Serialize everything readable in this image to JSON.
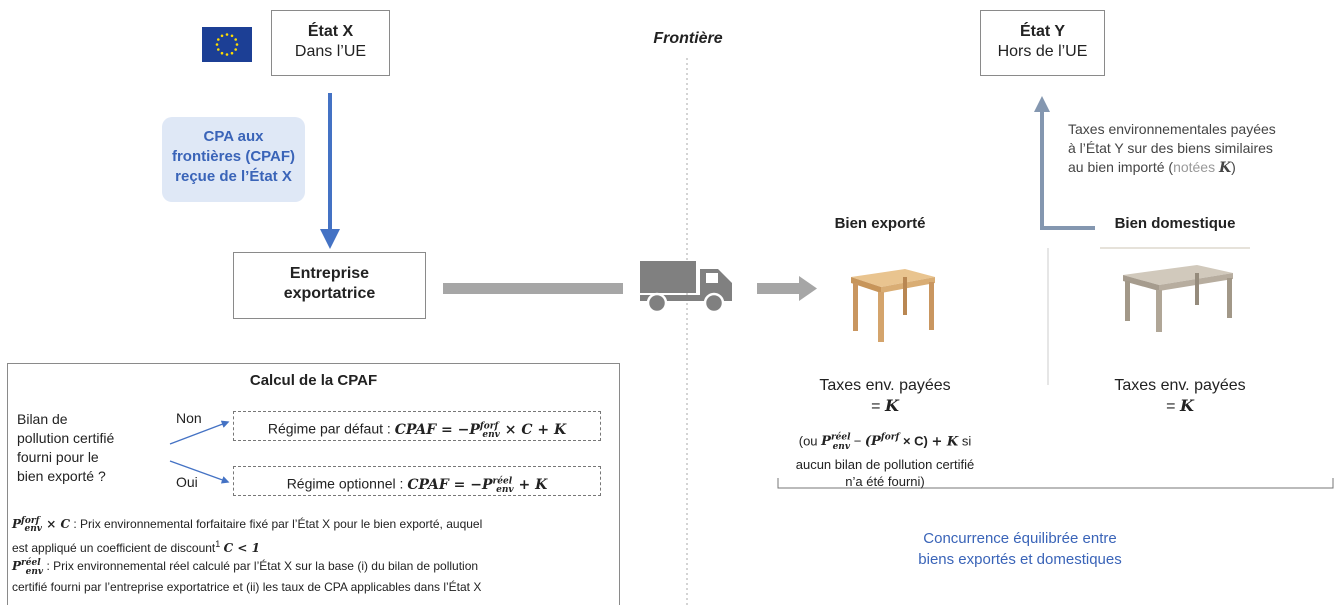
{
  "colors": {
    "blue_arrow": "#4472c4",
    "light_blue_bg": "#dfe8f6",
    "blue_text": "#3a64b8",
    "grey_bar": "#a6a6a6",
    "border_grey": "#8a8a8a",
    "arrow_slate": "#8497b0",
    "dotted_line": "#aaaaaa",
    "truck": "#808080",
    "table_wood": "#d9ad74",
    "table_grey": "#b7ad9f"
  },
  "state_x": {
    "title": "État X",
    "subtitle": "Dans l’UE",
    "flag_icon": "eu-flag-icon"
  },
  "state_y": {
    "title": "État Y",
    "subtitle": "Hors de l’UE"
  },
  "frontier_label": "Frontière",
  "cpaf_received": {
    "line1": "CPA aux",
    "line2": "frontières (CPAF)",
    "line3": "reçue de l’État X"
  },
  "exporter": {
    "line1": "Entreprise",
    "line2": "exportatrice"
  },
  "truck_icon": "truck-icon",
  "exported_good": {
    "title": "Bien exporté",
    "taxes_label": "Taxes env. payées",
    "eq": "=",
    "k": "K"
  },
  "domestic_good": {
    "title": "Bien domestique",
    "taxes_label": "Taxes env. payées",
    "eq": "=",
    "k": "K"
  },
  "env_taxes_note": {
    "line1": "Taxes environnementales payées",
    "line2": "à l’État Y sur des biens similaires",
    "line3_a": "au bien importé (",
    "line3_b": "notées",
    "line3_k": "K",
    "line3_c": ")"
  },
  "alt_note": {
    "open": "(ou",
    "p": "P",
    "sup_reel": "réel",
    "sub_env": "env",
    "minus": "−",
    "paren_p": "(P",
    "sup_forf": "forf",
    "times_c": "× C)",
    "plus_k": "+ K",
    "si": "si",
    "line2": "aucun bilan de pollution certifié",
    "line3": "n’a été fourni)"
  },
  "competition": {
    "line1": "Concurrence équilibrée entre",
    "line2": "biens exportés et domestiques"
  },
  "calc_box": {
    "title": "Calcul de la CPAF",
    "question_lines": [
      "Bilan de",
      "pollution certifié",
      "fourni pour le",
      "bien exporté ?"
    ],
    "non": "Non",
    "oui": "Oui",
    "default_regime": "Régime par défaut :",
    "optional_regime": "Régime optionnel :",
    "formula_default": {
      "lhs": "CPAF = −P",
      "sup": "forf",
      "sub": "env",
      "rest": "× C + K"
    },
    "formula_optional": {
      "lhs": "CPAF = −P",
      "sup": "réel",
      "sub": "env",
      "rest": "+ K"
    },
    "def1_sym": {
      "p": "P",
      "sup": "forf",
      "sub": "env",
      "rest": "× C"
    },
    "def1_text_a": ": Prix environnemental forfaitaire fixé par l’État X pour le bien exporté, auquel",
    "def1_text_b": "est appliqué un coefficient de discount",
    "def1_fn": "1",
    "def1_c": "C < 1",
    "def2_sym": {
      "p": "P",
      "sup": "réel",
      "sub": "env"
    },
    "def2_text_a": ": Prix environnemental réel calculé par l’État X sur la base (i) du bilan de pollution",
    "def2_text_b": "certifié fourni par l’entreprise exportatrice et (ii) les taux de CPA applicables dans l’État X"
  }
}
